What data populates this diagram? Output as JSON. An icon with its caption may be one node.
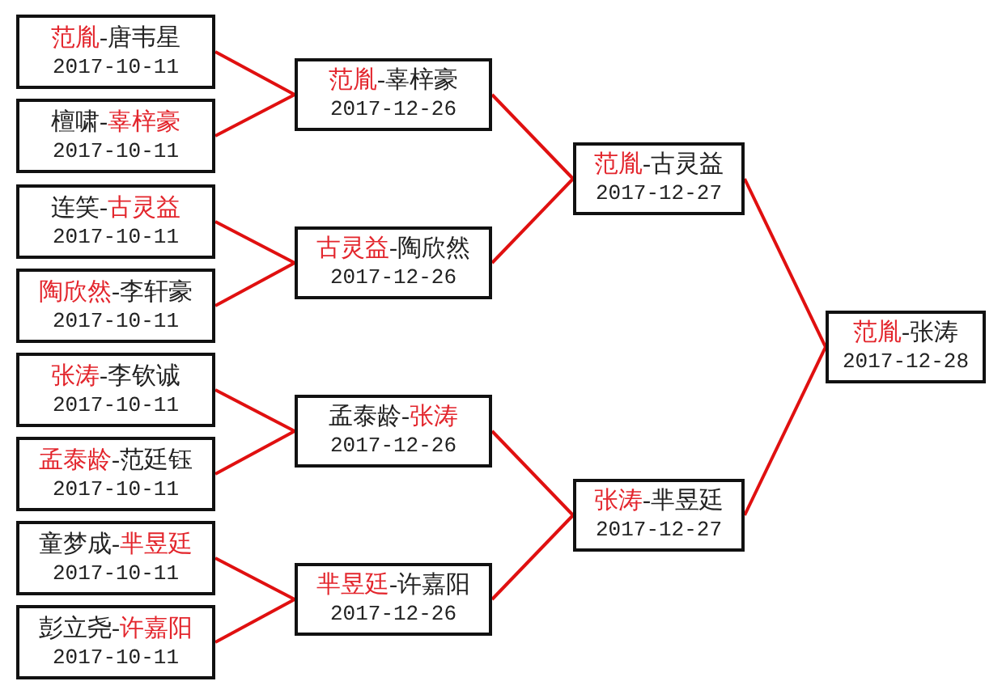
{
  "diagram": {
    "nodes": [
      {
        "text": [
          "**范胤**-唐韦星",
          "2017-10-11"
        ]
      },
      {
        "text": [
          "檀啸-**辜梓豪**",
          "2017-10-11"
        ]
      },
      {
        "text": [
          "连笑-**古灵益**",
          "2017-10-11"
        ]
      },
      {
        "text": [
          "**陶欣然**-李轩豪",
          "2017-10-11"
        ]
      },
      {
        "text": [
          "**张涛**-李钦诚",
          "2017-10-11"
        ]
      },
      {
        "text": [
          "**孟泰龄**-范廷钰",
          "2017-10-11"
        ]
      },
      {
        "text": [
          "童梦成-**芈昱廷**",
          "2017-10-11"
        ]
      },
      {
        "text": [
          "彭立尧-**许嘉阳**",
          "2017-10-11"
        ]
      },
      {
        "text": [
          "**范胤**-辜梓豪",
          "2017-12-26"
        ]
      },
      {
        "text": [
          "**古灵益**-陶欣然",
          "2017-12-26"
        ]
      },
      {
        "text": [
          "孟泰龄-**张涛**",
          "2017-12-26"
        ]
      },
      {
        "text": [
          "**芈昱廷**-许嘉阳",
          "2017-12-26"
        ]
      },
      {
        "text": [
          "**范胤**-古灵益",
          "2017-12-27"
        ]
      },
      {
        "text": [
          "**张涛**-芈昱廷",
          "2017-12-27"
        ]
      },
      {
        "text": [
          "**范胤**-张涛",
          "2017-12-28"
        ]
      }
    ],
    "edges": [
      {
        "from": 0,
        "to": 8,
        "arrow": "none"
      },
      {
        "from": 1,
        "to": 8,
        "arrow": "none"
      },
      {
        "from": 2,
        "to": 9,
        "arrow": "none"
      },
      {
        "from": 3,
        "to": 9,
        "arrow": "none"
      },
      {
        "from": 4,
        "to": 10,
        "arrow": "none"
      },
      {
        "from": 5,
        "to": 10,
        "arrow": "none"
      },
      {
        "from": 6,
        "to": 11,
        "arrow": "none"
      },
      {
        "from": 7,
        "to": 11,
        "arrow": "none"
      },
      {
        "from": 8,
        "to": 12,
        "arrow": "none"
      },
      {
        "from": 9,
        "to": 12,
        "arrow": "none"
      },
      {
        "from": 10,
        "to": 13,
        "arrow": "none"
      },
      {
        "from": 11,
        "to": 13,
        "arrow": "none"
      },
      {
        "from": 12,
        "to": 14,
        "arrow": "none"
      },
      {
        "from": 13,
        "to": 14,
        "arrow": "none"
      }
    ]
  }
}
